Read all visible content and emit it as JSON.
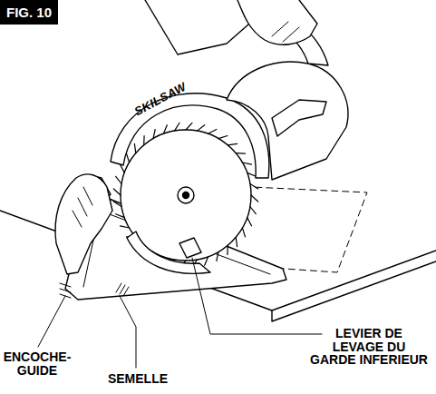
{
  "diagram": {
    "title": "FIG. 10",
    "labels": [
      "ENCOCHE-GUIDE",
      "SEMELLE",
      "LEVIER DE LEVAGE DU GARDE INFERIEUR",
      "SKILSAW"
    ]
  }
}
